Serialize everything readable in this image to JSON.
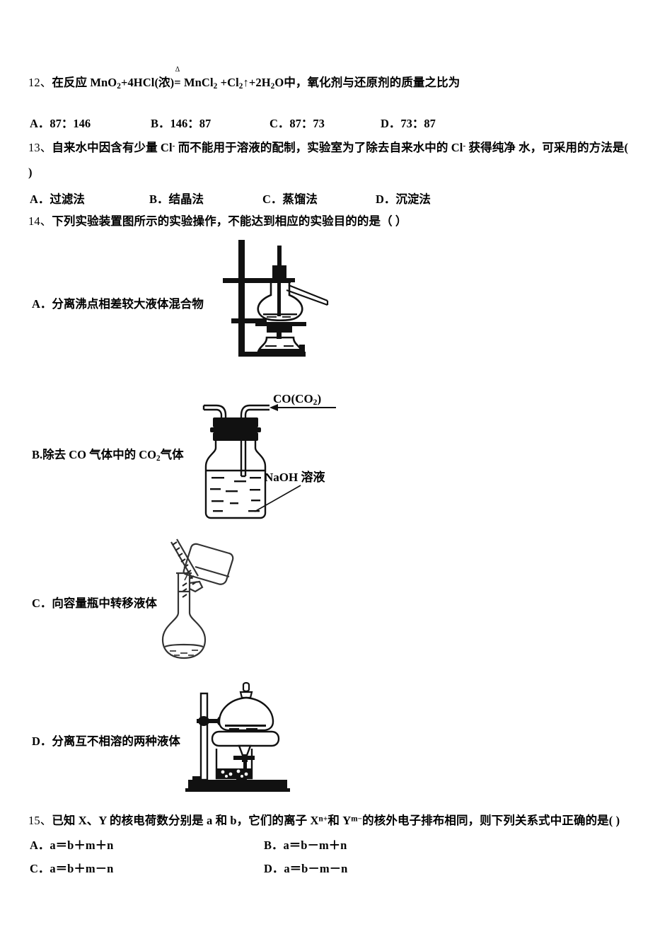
{
  "page": {
    "background": "#ffffff",
    "text_color": "#000000"
  },
  "questions": [
    {
      "number": "12、",
      "stem_pre": "在反应 MnO",
      "stem_full": "12、在反应 MnO₂+4HCl(浓) = MnCl₂ +Cl₂↑+2H₂O 中，氧化剂与还原剂的质量之比为",
      "equation": {
        "reactant1": "MnO",
        "reactant1_sub": "2",
        "plus1": "+4HCl(浓)",
        "condition": "Δ",
        "equals": "=",
        "product1": "MnCl",
        "product1_sub": "2",
        "product2": "+Cl",
        "product2_sub": "2",
        "arrow_up": "↑",
        "product3": "+2H",
        "product3_sub": "2",
        "product3_tail": "O"
      },
      "lead_in": "在反应",
      "tail": "中，氧化剂与还原剂的质量之比为",
      "options": [
        {
          "label": "A．",
          "text": "87：146"
        },
        {
          "label": "B．",
          "text": "146：87"
        },
        {
          "label": "C．",
          "text": "87：73"
        },
        {
          "label": "D．",
          "text": "73：87"
        }
      ]
    },
    {
      "number": "13、",
      "stem_part1": "自来水中因含有少量 Cl",
      "stem_sup1": "-",
      "stem_part2": " 而不能用于溶液的配制，实验室为了除去自来水中的 Cl",
      "stem_sup2": "-",
      "stem_part3": " 获得纯净 水，可采用的方法是(",
      "stem_line2": ")",
      "options": [
        {
          "label": "A．",
          "text": "过滤法"
        },
        {
          "label": "B．",
          "text": "结晶法"
        },
        {
          "label": "C．",
          "text": "蒸馏法"
        },
        {
          "label": "D．",
          "text": "沉淀法"
        }
      ]
    },
    {
      "number": "14、",
      "stem": "下列实验装置图所示的实验操作，不能达到相应的实验目的的是（    ）",
      "options": [
        {
          "label": "A．",
          "text": "分离沸点相差较大液体混合物",
          "figure": "distillation-apparatus",
          "figure_labels": []
        },
        {
          "label": "B.",
          "text_pre": "除去 CO 气体中的 CO",
          "text_sub": "2",
          "text_post": "气体",
          "text": "除去 CO 气体中的 CO₂气体",
          "figure": "gas-washing-bottle",
          "figure_labels": [
            {
              "name": "gas-inlet-label",
              "text_pre": "CO(CO",
              "text_sub": "2",
              "text_post": ")",
              "text": "CO(CO₂)"
            },
            {
              "name": "solution-label",
              "text": "NaOH 溶液"
            }
          ]
        },
        {
          "label": "C．",
          "text": "向容量瓶中转移液体",
          "figure": "volumetric-flask-transfer",
          "figure_labels": []
        },
        {
          "label": "D．",
          "text": "分离互不相溶的两种液体",
          "figure": "separating-funnel-stand",
          "figure_labels": []
        }
      ]
    },
    {
      "number": "15、",
      "stem_part1": "已知 X、Y 的核电荷数分别是 a 和 b，它们的离子 X",
      "stem_sup1": "n+",
      "stem_part2": "和 Y",
      "stem_sup2": "m−",
      "stem_part3": "的核外电子排布相同，则下列关系式中正确的是(        )",
      "options": [
        {
          "label": "A．",
          "text": "a＝b＋m＋n"
        },
        {
          "label": "B．",
          "text": "a＝b－m＋n"
        },
        {
          "label": "C．",
          "text": "a＝b＋m－n"
        },
        {
          "label": "D．",
          "text": "a＝b－m－n"
        }
      ]
    }
  ]
}
